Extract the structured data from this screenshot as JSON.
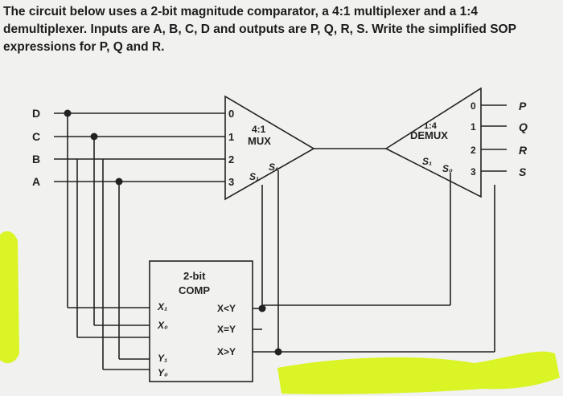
{
  "question": {
    "line1": "The circuit below uses a 2-bit magnitude comparator, a 4:1 multiplexer and a 1:4",
    "line2": "demultiplexer. Inputs are A, B, C, D and outputs are P, Q, R, S. Write the simplified SOP",
    "line3": "expressions for P, Q and R."
  },
  "inputs": [
    "D",
    "C",
    "B",
    "A"
  ],
  "mux": {
    "title": "4:1",
    "subtitle": "MUX",
    "data_inputs": [
      "0",
      "1",
      "2",
      "3"
    ],
    "select_labels": [
      "S₁",
      "S₀"
    ]
  },
  "demux": {
    "title": "1:4",
    "subtitle": "DEMUX",
    "outputs": [
      "0",
      "1",
      "2",
      "3"
    ],
    "select_labels": [
      "S₁",
      "S₀"
    ]
  },
  "outputs": [
    "P",
    "Q",
    "R",
    "S"
  ],
  "comparator": {
    "title": "2-bit",
    "subtitle": "COMP",
    "inputs": [
      "X₁",
      "X₀",
      "Y₁",
      "Y₀"
    ],
    "outputs": [
      "X<Y",
      "X=Y",
      "X>Y"
    ]
  },
  "colors": {
    "ink": "#222222",
    "highlighter": "#d8f31a",
    "paper": "#f1f1ef"
  }
}
